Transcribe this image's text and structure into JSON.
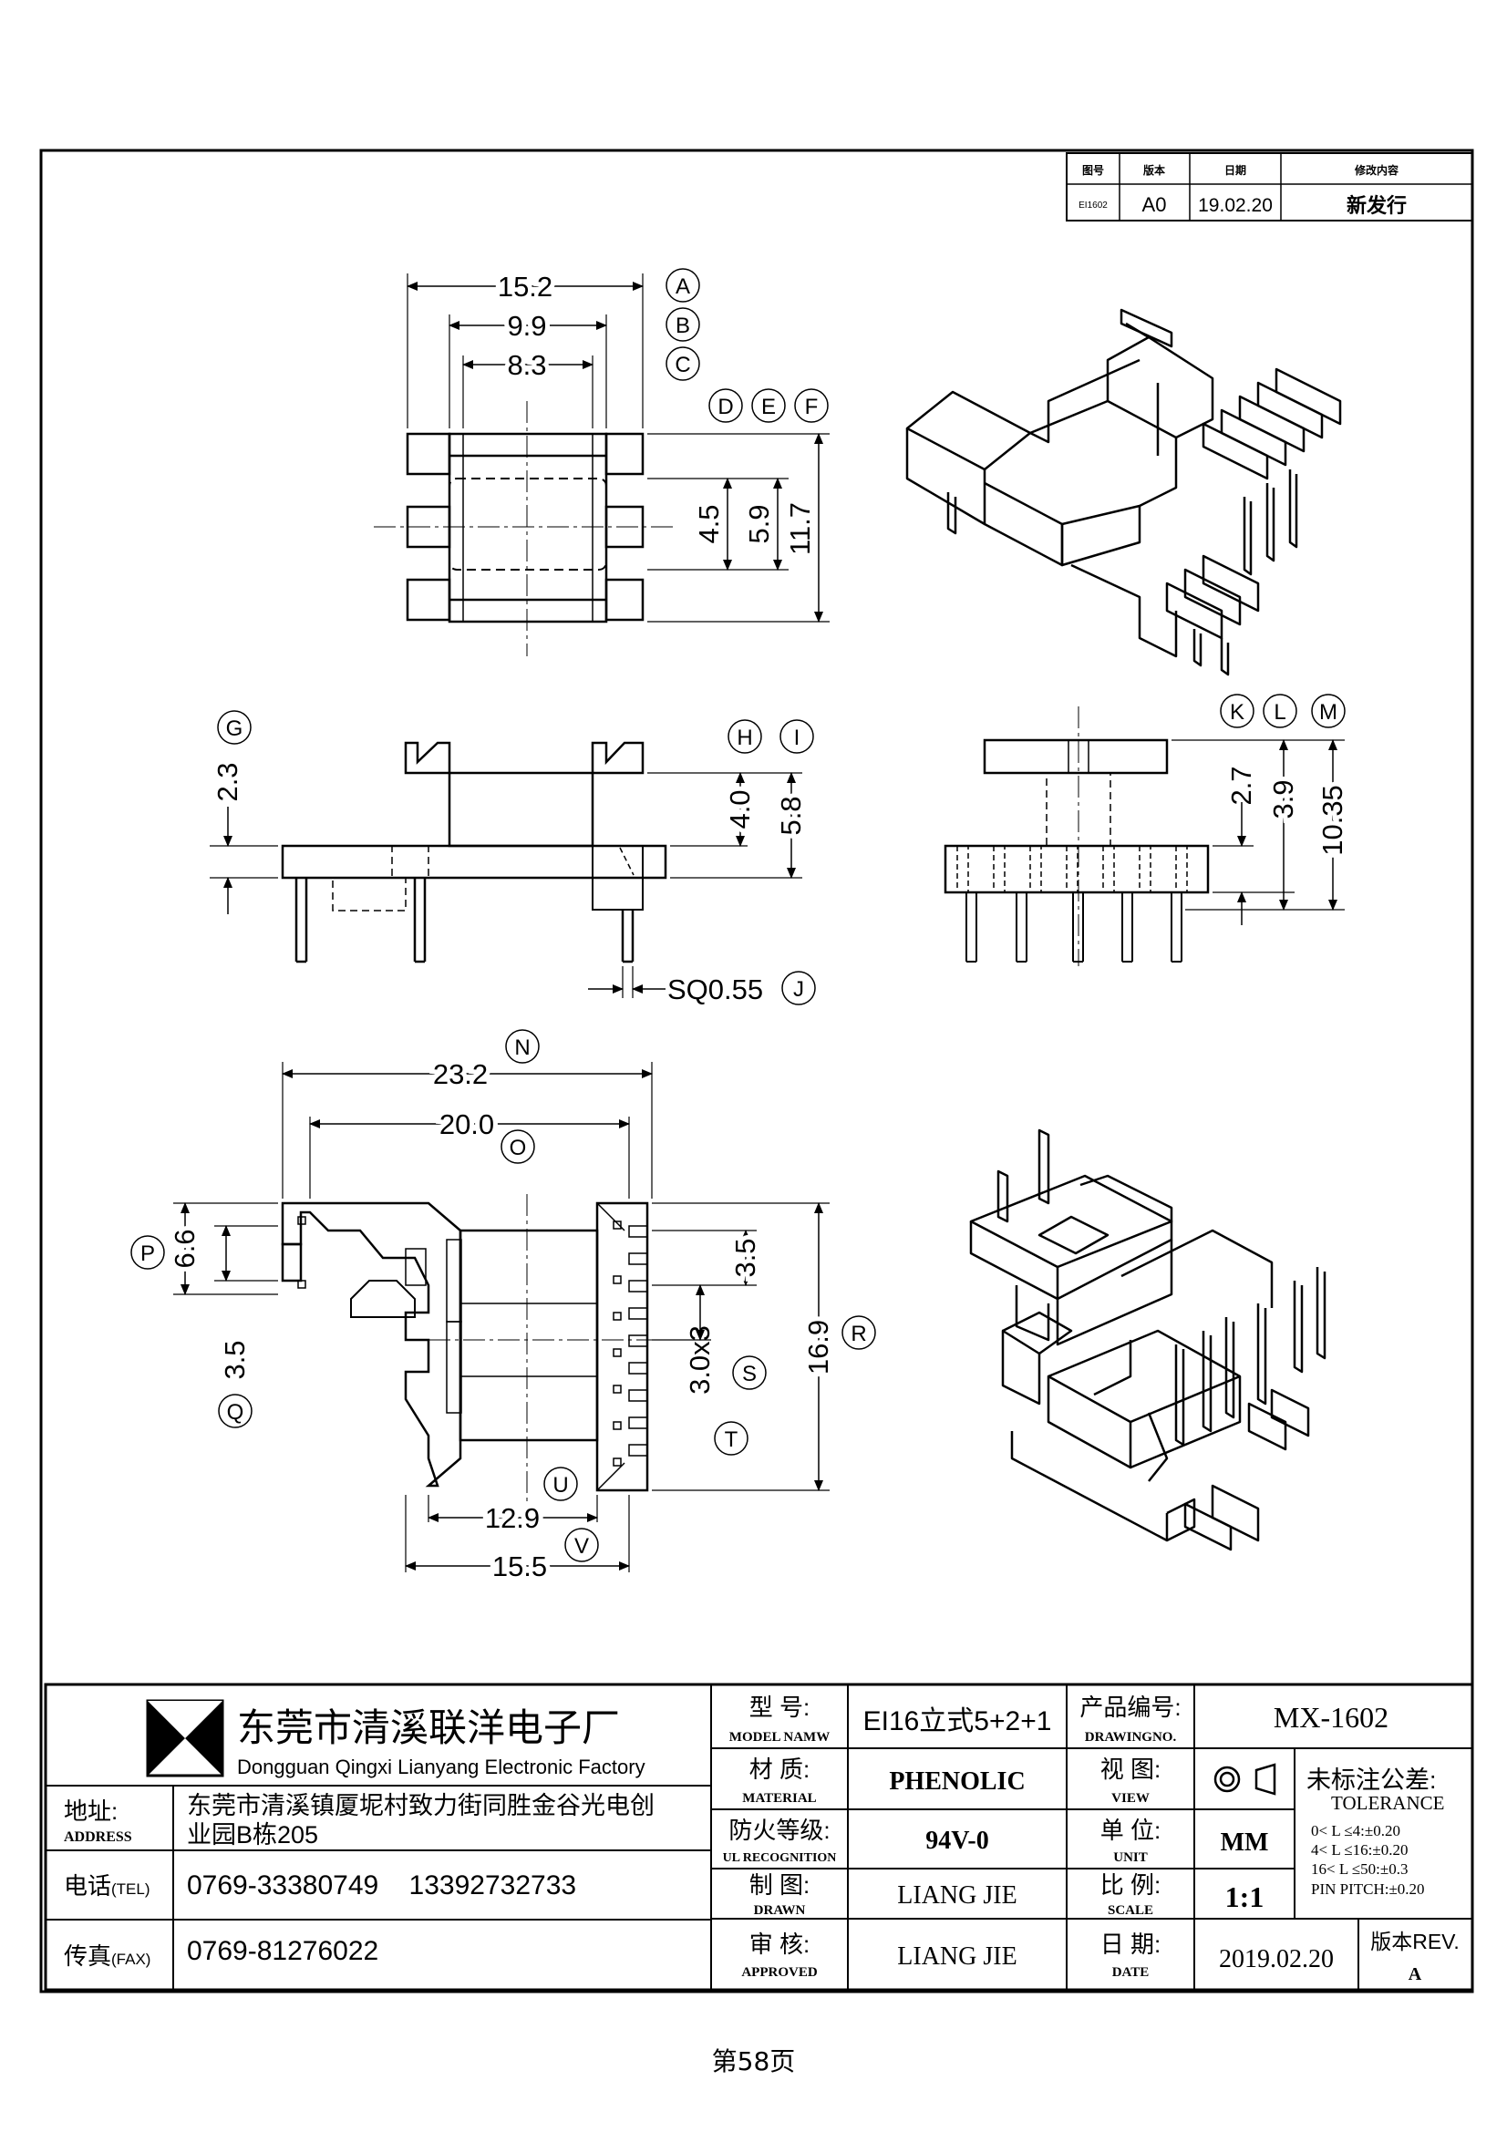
{
  "revision_table": {
    "headers": [
      "图号",
      "版本",
      "日期",
      "修改内容"
    ],
    "row": [
      "EI1602",
      "A0",
      "19.02.20",
      "新发行"
    ]
  },
  "dimensions": {
    "top_view": [
      "15.2",
      "9.9",
      "8.3",
      "4.5",
      "5.9",
      "11.7"
    ],
    "top_markers": [
      "A",
      "B",
      "C",
      "D",
      "E",
      "F"
    ],
    "front_view": [
      "2.3",
      "4.0",
      "5.8",
      "SQ0.55"
    ],
    "front_markers": [
      "G",
      "H",
      "I",
      "J"
    ],
    "side_view": [
      "2.7",
      "3.9",
      "10.35"
    ],
    "side_markers": [
      "K",
      "L",
      "M"
    ],
    "bottom_view": [
      "23.2",
      "20.0",
      "6.6",
      "3.5",
      "3.5",
      "3.0x3",
      "16.9",
      "12.9",
      "15.5"
    ],
    "bottom_markers": [
      "N",
      "O",
      "P",
      "Q",
      "S",
      "T",
      "R",
      "U",
      "V"
    ]
  },
  "title_block": {
    "company_cn": "东莞市清溪联洋电子厂",
    "company_en": "Dongguan Qingxi Lianyang Electronic Factory",
    "address_label_cn": "地址:",
    "address_label_en": "ADDRESS",
    "address_line1": "东莞市清溪镇厦坭村致力街同胜金谷光电创",
    "address_line2": "业园B栋205",
    "tel_label_cn": "电话",
    "tel_label_en": "(TEL)",
    "tel_value": "0769-33380749    13392732733",
    "fax_label_cn": "传真",
    "fax_label_en": "(FAX)",
    "fax_value": "0769-81276022",
    "model_label_cn": "型 号:",
    "model_label_en": "MODEL NAMW",
    "model_value": "EI16立式5+2+1",
    "material_label_cn": "材 质:",
    "material_label_en": "MATERIAL",
    "material_value": "PHENOLIC",
    "flame_label_cn": "防火等级:",
    "flame_label_en": "UL RECOGNITION",
    "flame_value": "94V-0",
    "drawn_label_cn": "制 图:",
    "drawn_label_en": "DRAWN",
    "drawn_value": "LIANG JIE",
    "approved_label_cn": "审 核:",
    "approved_label_en": "APPROVED",
    "approved_value": "LIANG JIE",
    "drawing_no_label_cn": "产品编号:",
    "drawing_no_label_en": "DRAWINGNO.",
    "drawing_no_value": "MX-1602",
    "view_label_cn": "视 图:",
    "view_label_en": "VIEW",
    "unit_label_cn": "单 位:",
    "unit_label_en": "UNIT",
    "unit_value": "MM",
    "scale_label_cn": "比 例:",
    "scale_label_en": "SCALE",
    "scale_value": "1:1",
    "date_label_cn": "日 期:",
    "date_label_en": "DATE",
    "date_value": "2019.02.20",
    "tolerance_title_cn": "未标注公差:",
    "tolerance_title_en": "TOLERANCE",
    "tolerance_lines": [
      "0< L ≤4:±0.20",
      "4< L ≤16:±0.20",
      "16< L ≤50:±0.3",
      "PIN PITCH:±0.20"
    ],
    "rev_label": "版本REV.",
    "rev_value": "A"
  },
  "page": {
    "number_text": "第58页"
  }
}
